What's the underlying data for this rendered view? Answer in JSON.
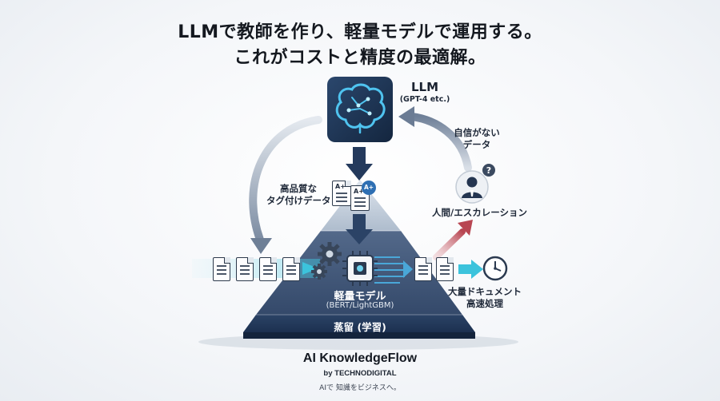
{
  "headline": {
    "line1": "LLMで教師を作り、軽量モデルで運用する。",
    "line2": "これがコストと精度の最適解。"
  },
  "llm": {
    "title": "LLM",
    "subtitle": "(GPT-4 etc.)"
  },
  "labels": {
    "tagged_data": [
      "高品質な",
      "タグ付けデータ"
    ],
    "uncertain_data": [
      "自信がない",
      "データ"
    ],
    "escalation": "人間/エスカレーション",
    "bulk_processing": [
      "大量ドキュメント",
      "高速処理"
    ],
    "light_model": "軽量モデル",
    "light_model_sub": "(BERT/LightGBM)",
    "distillation": "蒸留 (学習)"
  },
  "badges": [
    "A+",
    "A+",
    "A+"
  ],
  "brand": {
    "title": "AI KnowledgeFlow",
    "by": "by TECHNODIGITAL",
    "tagline": "AIで 知識をビジネスへ。"
  },
  "icons": [
    "brain-chip-icon",
    "chip-icon",
    "gear-icon",
    "person-question-icon",
    "clock-icon",
    "document-icon"
  ],
  "colors": {
    "navy": "#1f3553",
    "pyramid_top": "#bcc8d6",
    "pyramid_mid": "#3f5777",
    "pyramid_base": "#233a5b",
    "cyan_arrow": "#3cc3dc",
    "red_arrow": "#c0505a",
    "gray_arrow": "#8796aa"
  }
}
